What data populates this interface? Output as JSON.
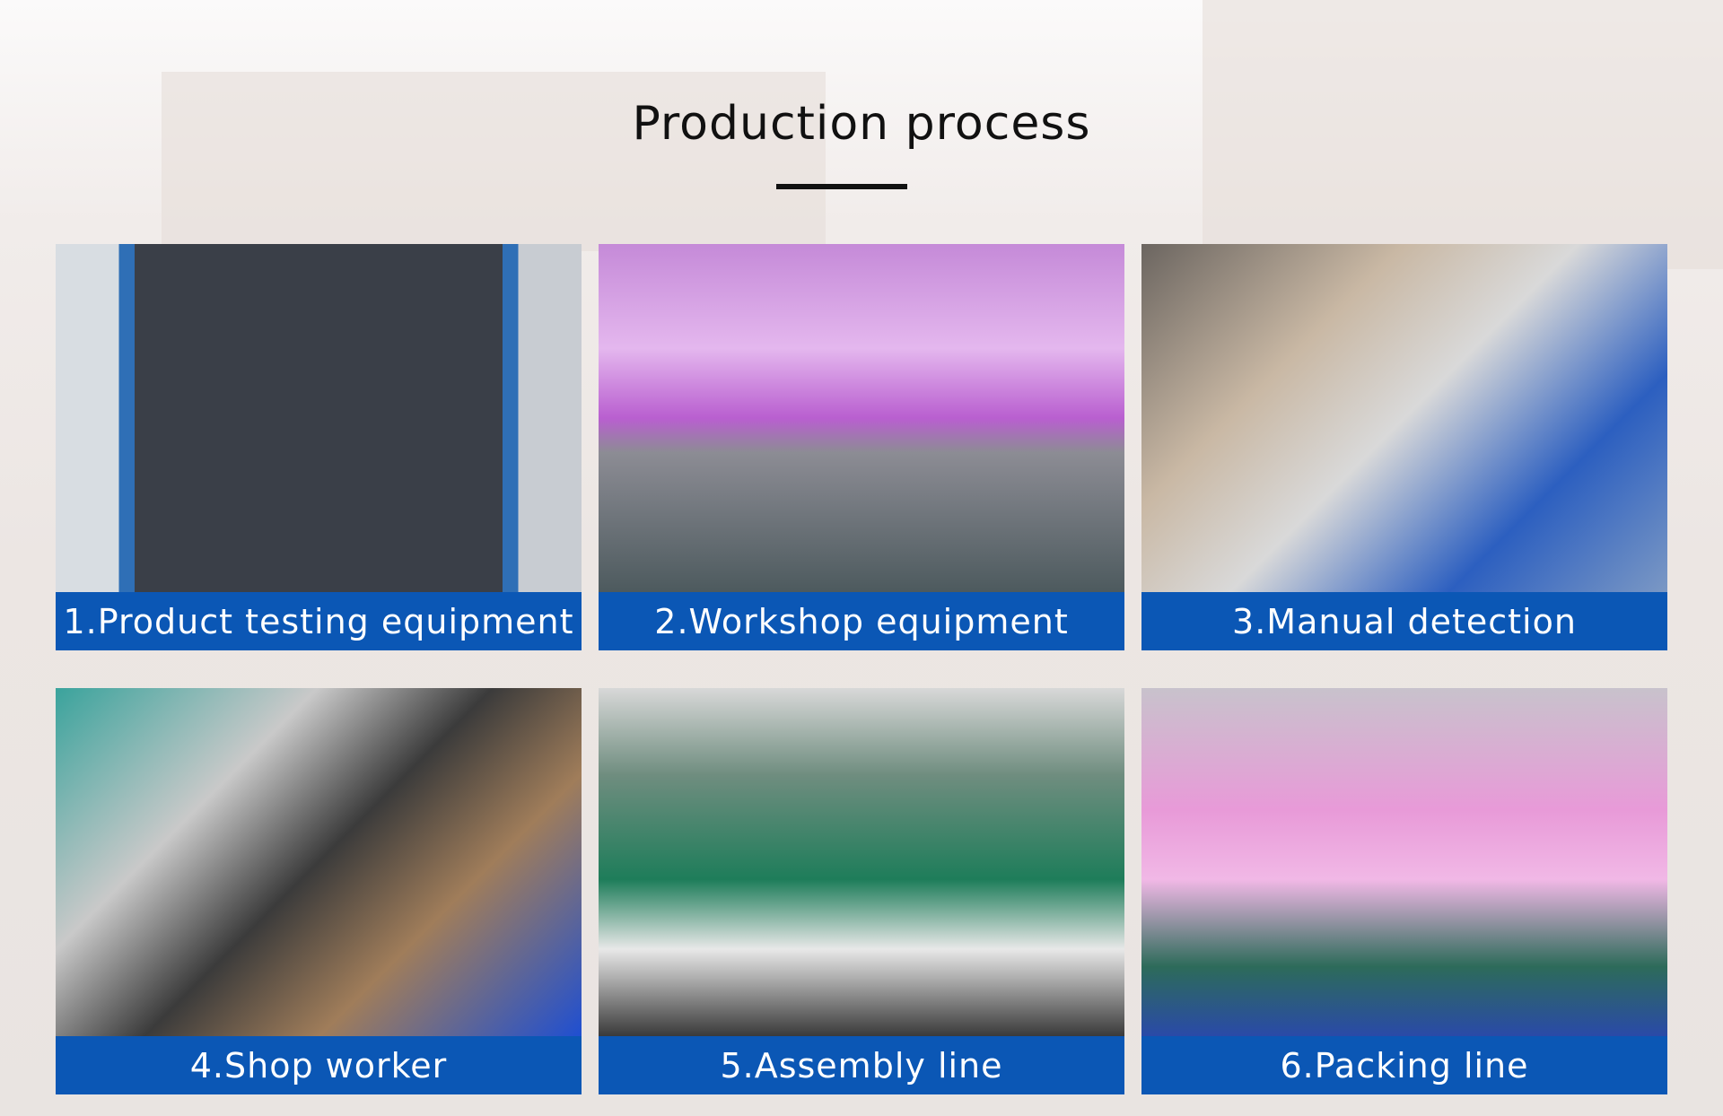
{
  "title": "Production process",
  "cards": [
    {
      "label": "1.Product testing equipment"
    },
    {
      "label": "2.Workshop equipment"
    },
    {
      "label": "3.Manual detection"
    },
    {
      "label": "4.Shop worker"
    },
    {
      "label": "5.Assembly line"
    },
    {
      "label": "6.Packing line"
    }
  ],
  "colors": {
    "label_bg": "#0b57b5",
    "title": "#111111"
  }
}
